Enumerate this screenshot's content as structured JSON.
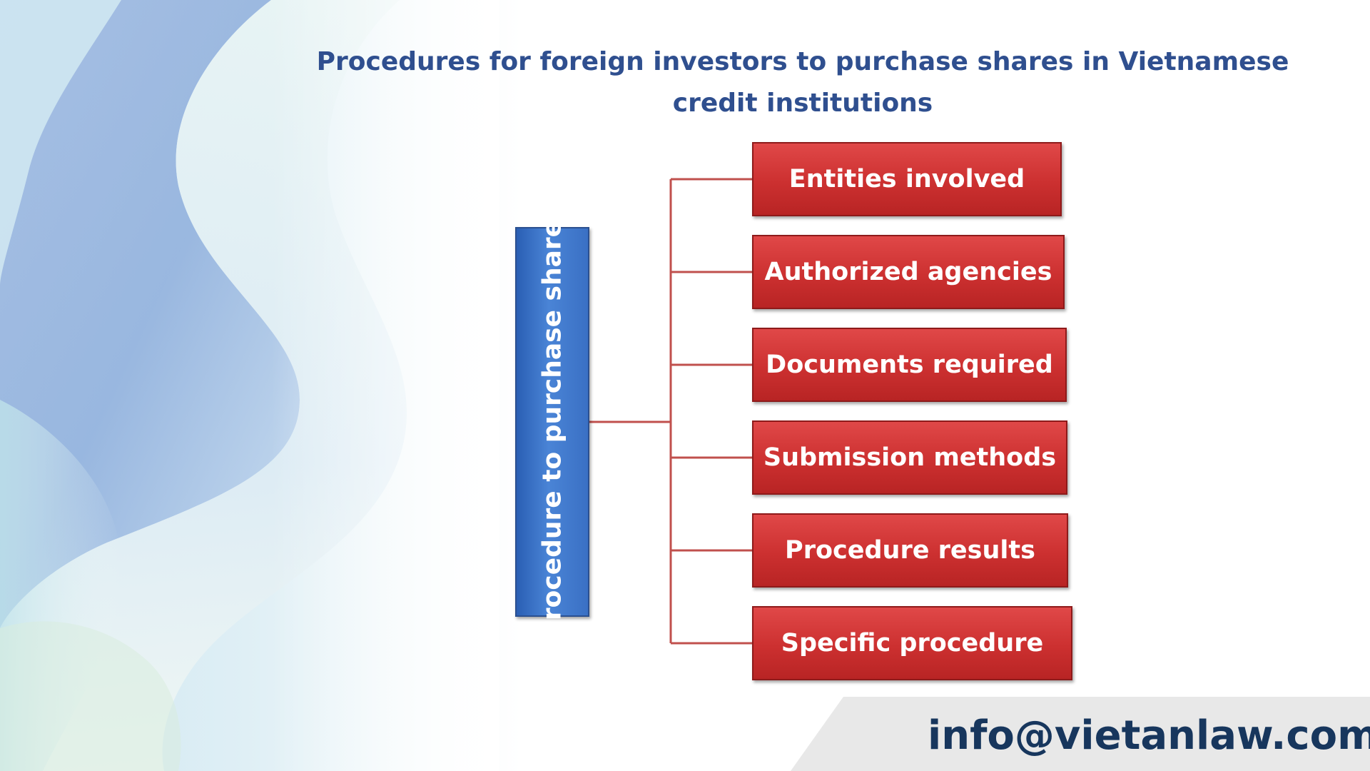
{
  "title": "Procedures for foreign investors to purchase shares in Vietnamese credit institutions",
  "diagram": {
    "root": "Procedure to purchase shares",
    "children": [
      "Entities involved",
      "Authorized agencies",
      "Documents required",
      "Submission methods",
      "Procedure results",
      "Specific procedure"
    ]
  },
  "footer": {
    "email": "info@vietanlaw.com"
  },
  "colors": {
    "title": "#2f4f8f",
    "root_box": "#3a70c4",
    "child_box": "#cc3030",
    "connector": "#c0504d",
    "email": "#17365d",
    "footer_band": "#e8e8e8"
  }
}
